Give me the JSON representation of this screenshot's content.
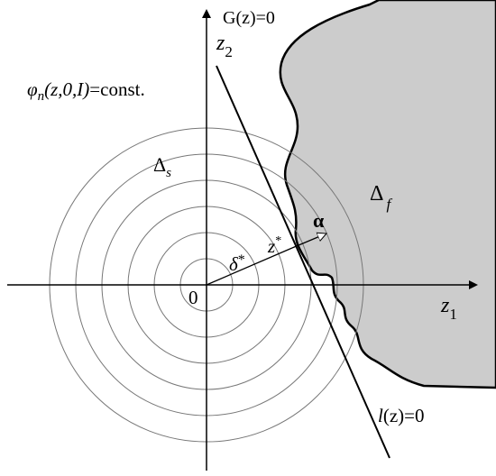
{
  "labels": {
    "g_curve": "G(z)=0",
    "z2_axis": "z",
    "z2_sub": "2",
    "z1_axis": "z",
    "z1_sub": "1",
    "origin": "0",
    "phi_prefix": "φ",
    "phi_sub": "n",
    "phi_args": "(z,0,I)",
    "phi_suffix": "=const.",
    "delta_s": "Δ",
    "delta_s_sub": "s",
    "delta_f": "Δ",
    "delta_f_sub": "f",
    "alpha": "α",
    "z_star": "z",
    "z_star_sup": "*",
    "delta_star": "δ",
    "delta_star_sup": "*",
    "l_line_prefix": "l",
    "l_line_suffix": "(z)=0"
  },
  "colors": {
    "region_fill": "#cccccc",
    "stroke": "#000000",
    "circle_stroke": "#777777"
  },
  "circle_count": 6
}
